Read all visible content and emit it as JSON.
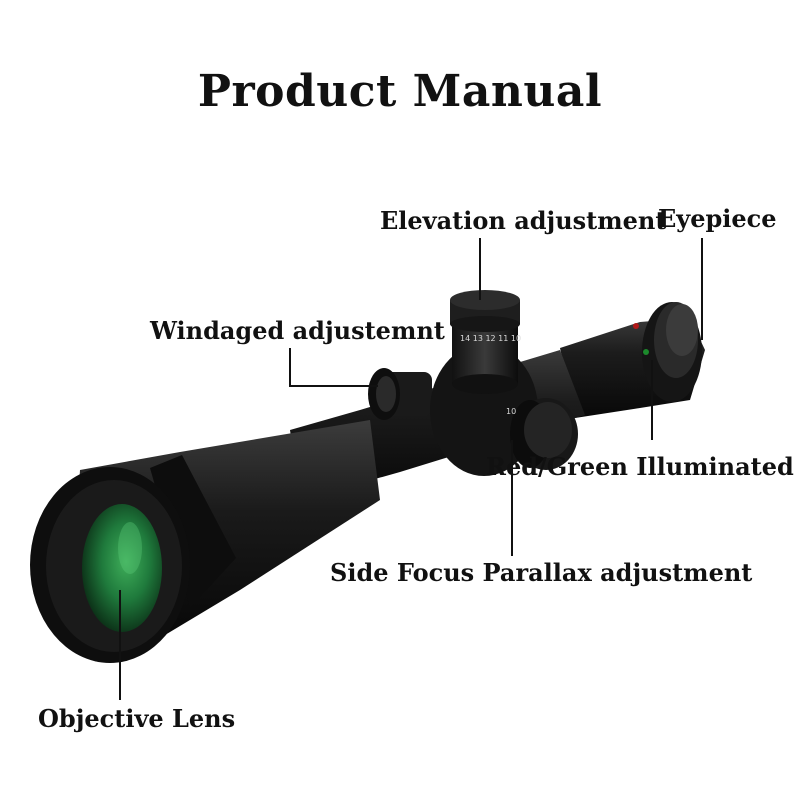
{
  "title": "Product Manual",
  "labels": {
    "elevation": "Elevation adjustment",
    "eyepiece": "Eyepiece",
    "windage": "Windaged adjustemnt",
    "illumination": "Red/Green Illuminated",
    "side_focus": "Side Focus Parallax adjustment",
    "objective": "Objective Lens"
  },
  "colors": {
    "body": "#141414",
    "lens_green": "#1f7a3c",
    "text": "#111111"
  }
}
